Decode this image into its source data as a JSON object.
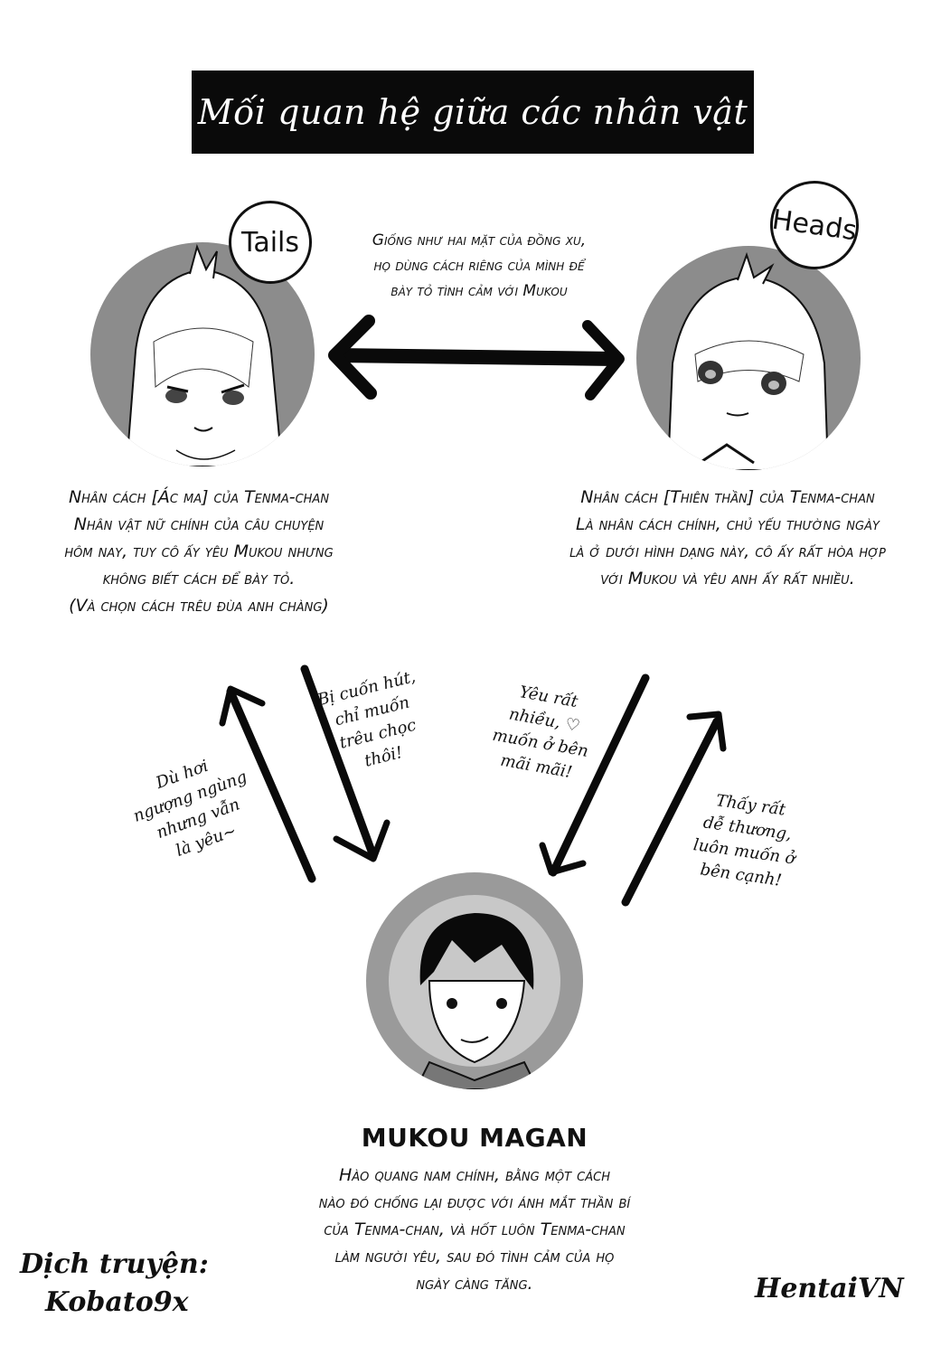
{
  "title": "Mối quan hệ giữa các nhân vật",
  "colors": {
    "title_bg": "#0a0a0a",
    "title_text": "#ffffff",
    "portrait_bg": "#8c8c8c",
    "ink": "#111111"
  },
  "center_caption": {
    "lines": [
      "Giống như hai mặt của đồng xu,",
      "họ dùng cách riêng của mình để",
      "bày tỏ tình cảm với Mukou"
    ]
  },
  "tails": {
    "bubble": "Tails",
    "description": [
      "Nhân cách [Ác ma] của Tenma-chan",
      "Nhân vật nữ chính của câu chuyện",
      "hôm nay, tuy cô ấy yêu Mukou nhưng",
      "không biết cách để bày tỏ.",
      "(Và chọn cách trêu đùa anh chàng)"
    ]
  },
  "heads": {
    "bubble": "Heads",
    "description": [
      "Nhân cách [Thiên thần] của Tenma-chan",
      "Là nhân cách chính, chủ yếu thường ngày",
      "là ở dưới hình dạng này, cô ấy rất hòa hợp",
      "với Mukou và yêu anh ấy rất nhiều."
    ]
  },
  "arrow_notes": {
    "mukou_to_tails": [
      "Dù hơi",
      "ngượng ngùng",
      "nhưng vẫn",
      "là yêu~"
    ],
    "tails_to_mukou": [
      "Bị cuốn hút,",
      "chỉ muốn",
      "trêu chọc",
      "thôi!"
    ],
    "heads_to_mukou": [
      "Yêu rất",
      "nhiều, ♡",
      "muốn ở bên",
      "mãi mãi!"
    ],
    "mukou_to_heads": [
      "Thấy rất",
      "dễ thương,",
      "luôn muốn ở",
      "bên cạnh!"
    ]
  },
  "mukou": {
    "name": "MUKOU MAGAN",
    "description": [
      "Hào quang nam chính, bằng một cách",
      "nào đó chống lại được với ánh mắt thần bí",
      "của Tenma-chan, và hốt luôn Tenma-chan",
      "làm người yêu, sau đó tình cảm của họ",
      "ngày càng tăng."
    ]
  },
  "credits": {
    "translator_label": "Dịch truyện:",
    "translator_name": "Kobato9x",
    "group": "HentaiVN"
  }
}
